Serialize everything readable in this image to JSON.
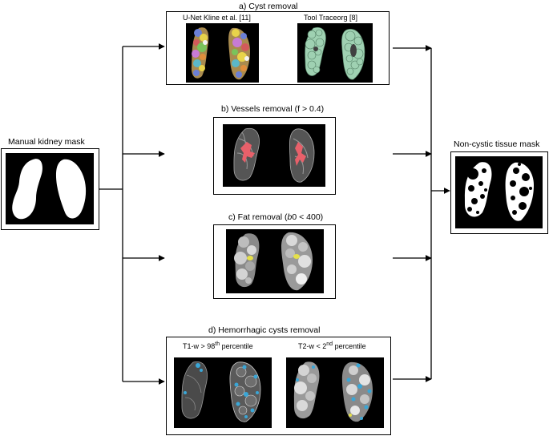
{
  "input": {
    "title": "Manual kidney mask"
  },
  "output": {
    "title": "Non-cystic tissue mask"
  },
  "steps": {
    "cyst": {
      "title": "a) Cyst removal",
      "left_label": "U-Net Kline et al. [11]",
      "right_label": "Tool Traceorg [8]"
    },
    "vessels": {
      "title": "b) Vessels removal (f > 0.4)"
    },
    "fat": {
      "title_pre": "c) Fat removal (",
      "title_italic": "b",
      "title_post": "0 < 400)"
    },
    "hemo": {
      "title": "d) Hemorrhagic cysts removal",
      "left_pre": "T1-w > 98",
      "left_sup": "th",
      "left_post": " percentile",
      "right_pre": "T2-w < 2",
      "right_sup": "nd",
      "right_post": " percentile"
    }
  },
  "colors": {
    "line": "#000000",
    "mask_fill": "#ffffff",
    "mri_background": "#000000",
    "segmentation_green": "#9fd1b2",
    "vessel_red": "#e8606a",
    "fat_yellow": "#e5e04a",
    "hemorrhage_blue": "#3aa6d6"
  }
}
